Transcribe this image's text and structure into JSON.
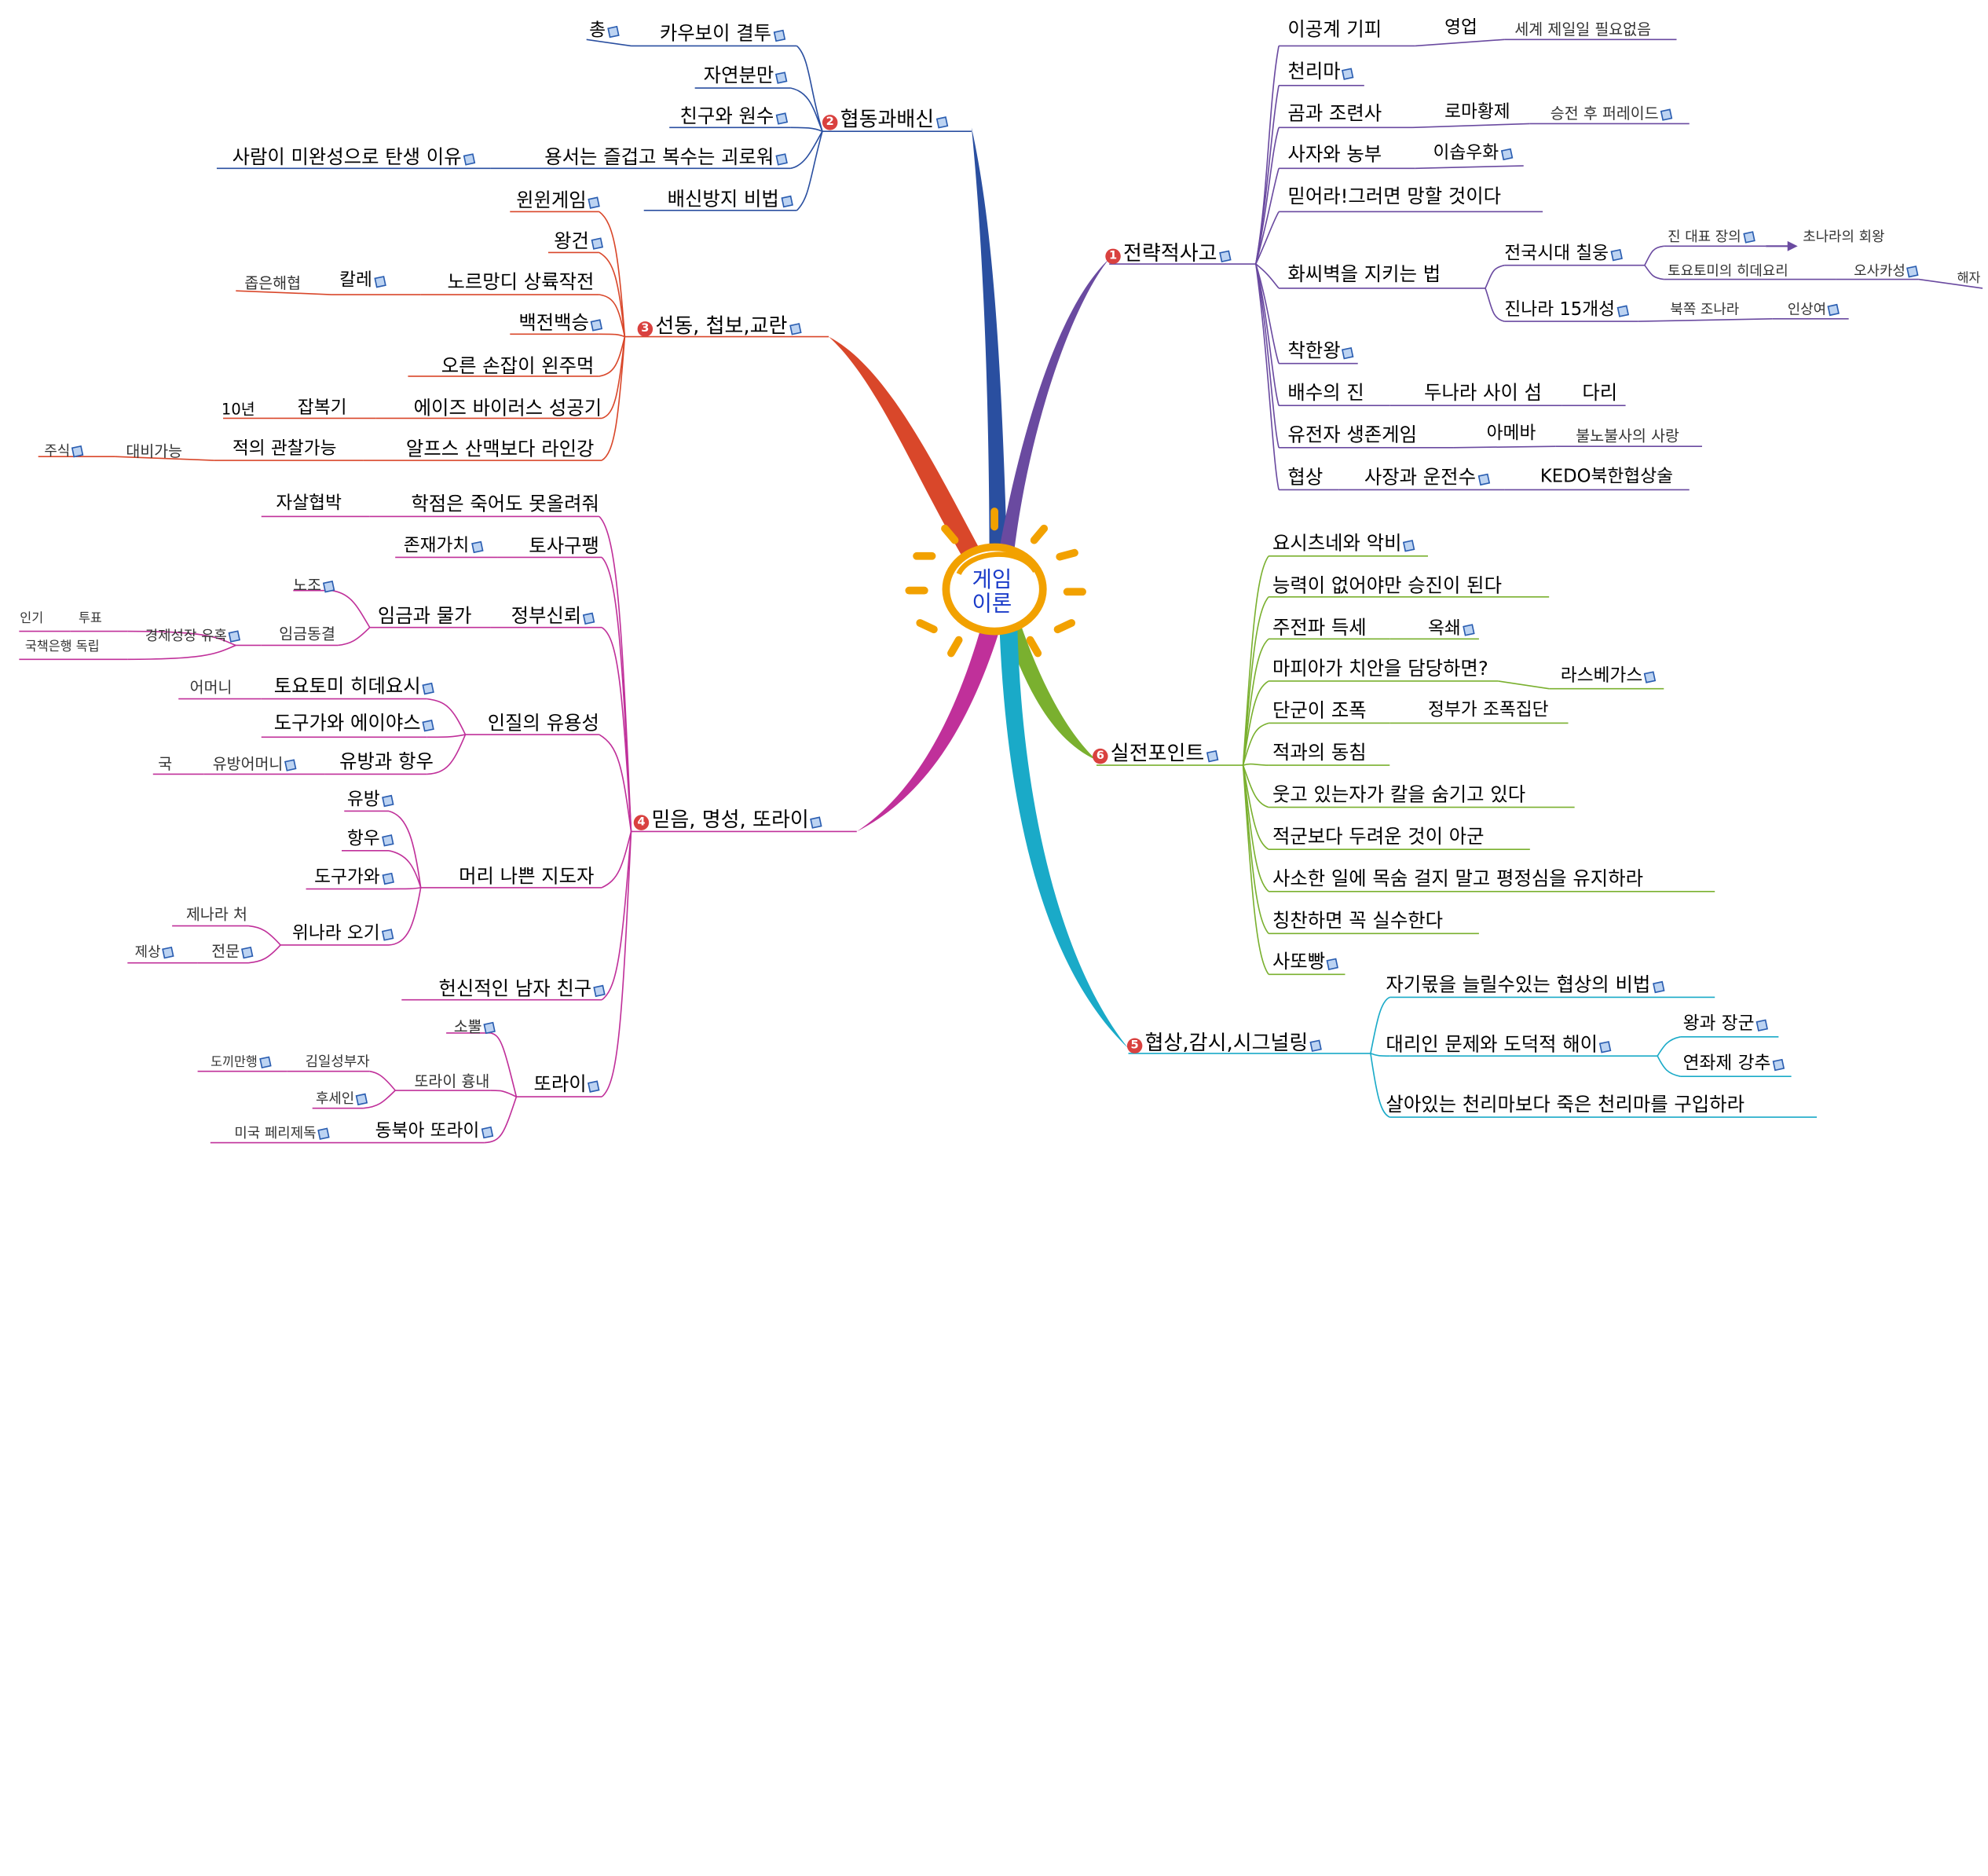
{
  "center": {
    "line1": "게임",
    "line2": "이론"
  },
  "branches": {
    "b1": {
      "num": "1",
      "label": "전략적사고",
      "color": "#6a4aa0"
    },
    "b2": {
      "num": "2",
      "label": "협동과배신",
      "color": "#2a4fa0"
    },
    "b3": {
      "num": "3",
      "label": "선동, 첩보,교란",
      "color": "#d9472a"
    },
    "b4": {
      "num": "4",
      "label": "믿음, 명성, 또라이",
      "color": "#c0309a"
    },
    "b5": {
      "num": "5",
      "label": "협상,감시,시그널링",
      "color": "#1aaac8"
    },
    "b6": {
      "num": "6",
      "label": "실전포인트",
      "color": "#7ab02f"
    }
  },
  "nodes": {
    "b1_1": "이공계 기피",
    "b1_1a": "영업",
    "b1_1b": "세계 제일일 필요없음",
    "b1_2": "천리마",
    "b1_3": "곰과 조련사",
    "b1_3a": "로마황제",
    "b1_3b": "승전 후 퍼레이드",
    "b1_4": "사자와 농부",
    "b1_4a": "이솝우화",
    "b1_5": "믿어라!그러면 망할 것이다",
    "b1_6": "화씨벽을 지키는 법",
    "b1_6a": "전국시대 칠웅",
    "b1_6a1": "진 대표 장의",
    "b1_6a1a": "초나라의 회왕",
    "b1_6a2": "토요토미의 히데요리",
    "b1_6a2a": "오사카성",
    "b1_6a2b": "해자",
    "b1_6b": "진나라 15개성",
    "b1_6b1": "북쪽 조나라",
    "b1_6b1a": "인상여",
    "b1_7": "착한왕",
    "b1_8": "배수의 진",
    "b1_8a": "두나라 사이 섬",
    "b1_8b": "다리",
    "b1_9": "유전자 생존게임",
    "b1_9a": "아메바",
    "b1_9b": "불노불사의 사랑",
    "b1_10": "협상",
    "b1_10a": "사장과 운전수",
    "b1_10b": "KEDO북한협상술",
    "b2_1": "카우보이 결투",
    "b2_1a": "총",
    "b2_2": "자연분만",
    "b2_3": "친구와 원수",
    "b2_4": "용서는 즐겁고 복수는 괴로워",
    "b2_4a": "사람이 미완성으로 탄생 이유",
    "b2_5": "배신방지 비법",
    "b3_1": "윈윈게임",
    "b3_2": "왕건",
    "b3_3": "노르망디 상륙작전",
    "b3_3a": "칼레",
    "b3_3b": "좁은해협",
    "b3_4": "백전백승",
    "b3_5": "오른 손잡이 왼주먹",
    "b3_6": "에이즈 바이러스 성공기",
    "b3_6a": "잡복기",
    "b3_6b": "10년",
    "b3_7": "알프스 산맥보다 라인강",
    "b3_7a": "적의 관찰가능",
    "b3_7b": "대비가능",
    "b3_7c": "주식",
    "b4_1": "학점은 죽어도 못올려줘",
    "b4_1a": "자살협박",
    "b4_2": "토사구팽",
    "b4_2a": "존재가치",
    "b4_3": "정부신뢰",
    "b4_3a": "임금과 물가",
    "b4_3a1": "노조",
    "b4_3a2": "임금동결",
    "b4_3a2a": "경제성장 유혹",
    "b4_3a2a1": "인기",
    "b4_3a2a1a": "투표",
    "b4_3a2a2": "국책은행 독립",
    "b4_4": "인질의 유용성",
    "b4_4a": "토요토미 히데요시",
    "b4_4a1": "어머니",
    "b4_4b": "도구가와 에이야스",
    "b4_4c": "유방과 항우",
    "b4_4c1": "유방어머니",
    "b4_4c2": "국",
    "b4_5": "머리 나쁜 지도자",
    "b4_5a": "유방",
    "b4_5b": "항우",
    "b4_5c": "도구가와",
    "b4_6": "위나라 오기",
    "b4_6a": "제나라 처",
    "b4_6b": "전문",
    "b4_6c": "제상",
    "b4_7": "헌신적인 남자 친구",
    "b4_8": "또라이",
    "b4_8a": "소뿔",
    "b4_8b": "또라이 흉내",
    "b4_8b1": "김일성부자",
    "b4_8b1a": "도끼만행",
    "b4_8b2": "후세인",
    "b4_8c": "동북아 또라이",
    "b4_8c1": "미국 페리제독",
    "b5_1": "자기몫을 늘릴수있는 협상의 비법",
    "b5_2": "대리인 문제와 도덕적 해이",
    "b5_2a": "왕과 장군",
    "b5_2b": "연좌제 강추",
    "b5_3": "살아있는 천리마보다 죽은 천리마를 구입하라",
    "b6_1": "요시츠네와 악비",
    "b6_2": "능력이 없어야만 승진이 된다",
    "b6_3": "주전파 득세",
    "b6_3a": "옥쇄",
    "b6_4": "마피아가 치안을 담당하면?",
    "b6_4a": "라스베가스",
    "b6_5": "단군이 조폭",
    "b6_5a": "정부가 조폭집단",
    "b6_6": "적과의 동침",
    "b6_7": "웃고 있는자가 칼을 숨기고 있다",
    "b6_8": "적군보다 두려운 것이 아군",
    "b6_9": "사소한 일에 목숨 걸지 말고 평정심을 유지하라",
    "b6_10": "칭찬하면 꼭 실수한다",
    "b6_11": "사또빵"
  }
}
